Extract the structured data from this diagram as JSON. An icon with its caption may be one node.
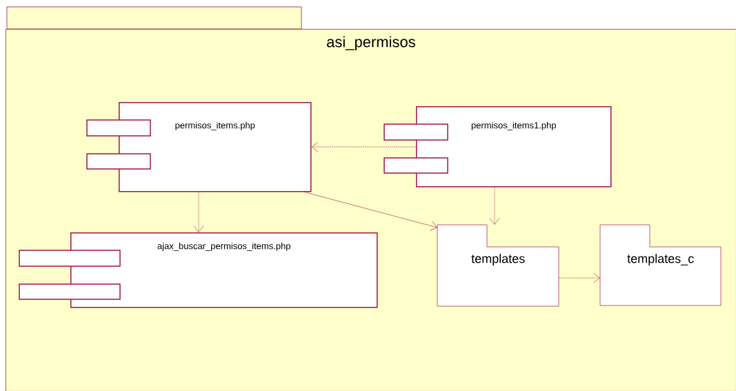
{
  "diagram": {
    "nodes": [
      {
        "text": [
          "asi_permisos"
        ]
      },
      {
        "text": [
          "permisos_items.php"
        ],
        "in": 0
      },
      {
        "text": [
          "permisos_items1.php"
        ],
        "in": 0
      },
      {
        "text": [
          "ajax_buscar_permisos_items.php"
        ],
        "in": 0
      },
      {
        "text": [
          "templates"
        ],
        "in": 0
      },
      {
        "text": [
          "templates_c"
        ],
        "in": 0
      }
    ],
    "edges": [
      {
        "from": 2,
        "to": 1,
        "arrow": "to",
        "style": "dashed"
      },
      {
        "from": 1,
        "to": 3,
        "arrow": "to",
        "style": "dashed"
      },
      {
        "from": 1,
        "to": 4,
        "arrow": "to"
      },
      {
        "from": 2,
        "to": 4,
        "arrow": "to",
        "style": "dashed"
      },
      {
        "from": 4,
        "to": 5,
        "arrow": "to",
        "style": "dashed"
      }
    ]
  }
}
